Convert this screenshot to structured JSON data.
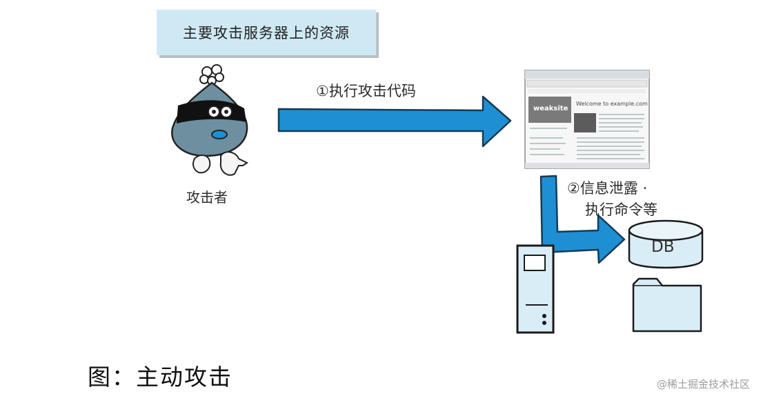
{
  "target_label": "主要攻击服务器上的资源",
  "step1_label": "①执行攻击代码",
  "step2_line1": "②信息泄露 ·",
  "step2_line2": "执行命令等",
  "attacker_label": "攻击者",
  "db_label": "DB",
  "website": {
    "site_name": "weaksite",
    "welcome_text": "Welcome to example.com"
  },
  "caption": "图：主动攻击",
  "watermark": "@稀土掘金技术社区",
  "colors": {
    "arrow": "#1f8fd4",
    "arrow_outline": "#153a52",
    "target_box": "#cfe9f4",
    "server": "#d9edf7",
    "db": "#d9edf7",
    "attacker_body": "#6e8fa0"
  },
  "icons": [
    "attacker-icon",
    "browser-window-icon",
    "server-icon",
    "database-icon",
    "folder-icon"
  ]
}
